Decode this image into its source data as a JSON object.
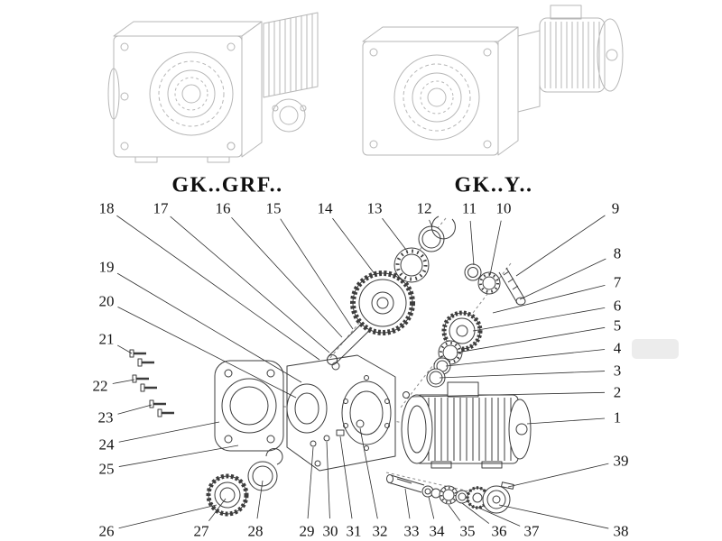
{
  "figure": {
    "type": "exploded-parts-diagram",
    "subject": "helical-bevel gear reducer units",
    "variants": [
      {
        "label": "GK..GRF.."
      },
      {
        "label": "GK..Y.."
      }
    ],
    "callouts": [
      "1",
      "2",
      "3",
      "4",
      "5",
      "6",
      "7",
      "8",
      "9",
      "10",
      "11",
      "12",
      "13",
      "14",
      "15",
      "16",
      "17",
      "18",
      "19",
      "20",
      "21",
      "22",
      "23",
      "24",
      "25",
      "26",
      "27",
      "28",
      "29",
      "30",
      "31",
      "32",
      "33",
      "34",
      "35",
      "36",
      "37",
      "38",
      "39"
    ],
    "colors": {
      "background": "#ffffff",
      "line_art_light": "#b7b7b7",
      "line_art_dark": "#3c3c3c",
      "leader_line": "#2e2e2e"
    }
  }
}
